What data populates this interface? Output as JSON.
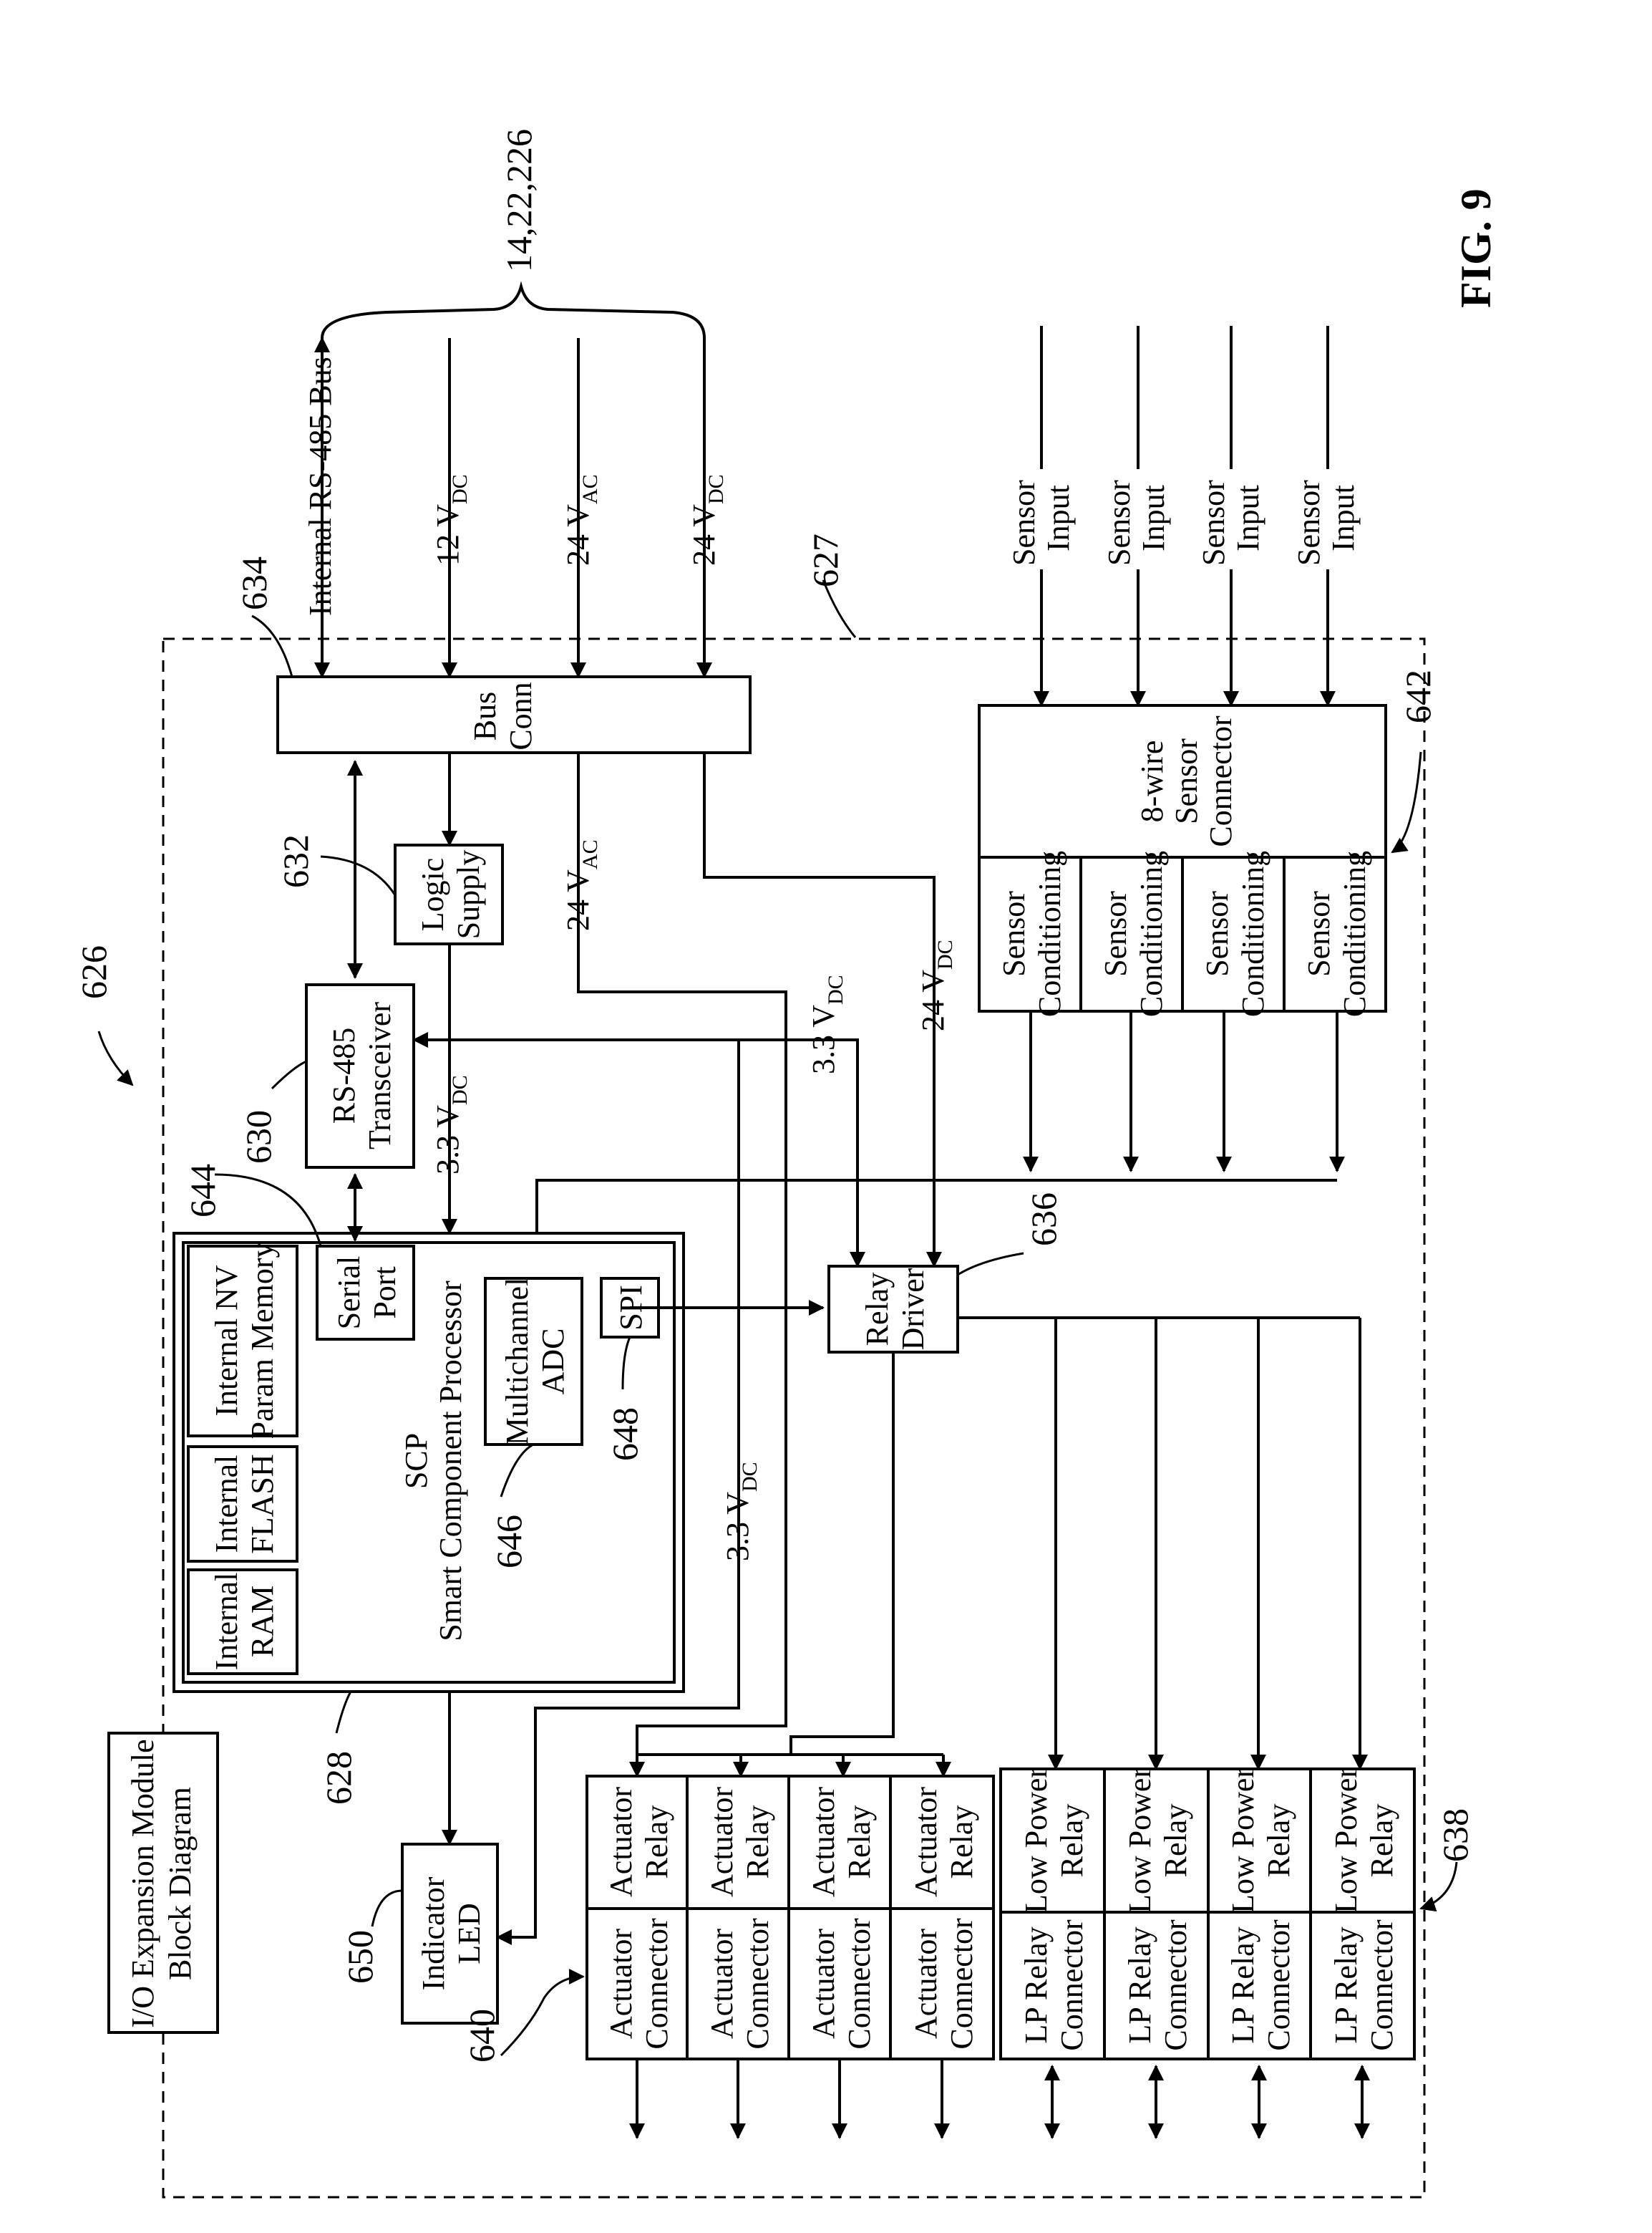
{
  "figure_label": "FIG. 9",
  "title_box": [
    "I/O Expansion Module",
    "Block Diagram"
  ],
  "refs": {
    "module": "626",
    "boundary": "627",
    "scp": "628",
    "transceiver": "630",
    "logic_supply": "632",
    "bus_conn": "634",
    "relay_driver": "636",
    "lp_relays": "638",
    "actuators": "640",
    "sensor_connector": "642",
    "serial_port": "644",
    "adc": "646",
    "spi": "648",
    "led": "650",
    "bus_group": "14,22,226"
  },
  "external": {
    "rs485_bus": "Internal RS-485 Bus",
    "v12": {
      "main": "12 V",
      "sub": "DC"
    },
    "v24ac": {
      "main": "24 V",
      "sub": "AC"
    },
    "v24dc": {
      "main": "24 V",
      "sub": "DC"
    },
    "sensor_input": [
      "Sensor",
      "Input"
    ]
  },
  "blocks": {
    "bus_conn": [
      "Bus",
      "Conn"
    ],
    "logic_supply": [
      "Logic",
      "Supply"
    ],
    "transceiver": [
      "RS-485",
      "Transceiver"
    ],
    "sensor_connector": [
      "8-wire",
      "Sensor",
      "Connector"
    ],
    "sensor_conditioning": [
      "Sensor",
      "Conditioning"
    ],
    "scp": [
      "SCP",
      "Smart Component Processor"
    ],
    "internal_nv": [
      "Internal NV",
      "Param Memory"
    ],
    "internal_flash": [
      "Internal",
      "FLASH"
    ],
    "internal_ram": [
      "Internal",
      "RAM"
    ],
    "serial_port": [
      "Serial",
      "Port"
    ],
    "adc": [
      "Multichannel",
      "ADC"
    ],
    "spi": "SPI",
    "relay_driver": [
      "Relay",
      "Driver"
    ],
    "indicator_led": [
      "Indicator",
      "LED"
    ],
    "actuator_relay": [
      "Actuator",
      "Relay"
    ],
    "actuator_connector": [
      "Actuator",
      "Connector"
    ],
    "lp_relay": [
      "Low Power",
      "Relay"
    ],
    "lp_connector": [
      "LP Relay",
      "Connector"
    ]
  },
  "internal_rails": {
    "v24ac": {
      "main": "24 V",
      "sub": "AC"
    },
    "v24dc": {
      "main": "24 V",
      "sub": "DC"
    },
    "v33_a": {
      "main": "3.3 V",
      "sub": "DC"
    },
    "v33_b": {
      "main": "3.3 V",
      "sub": "DC"
    },
    "v33_c": {
      "main": "3.3 V",
      "sub": "DC"
    }
  }
}
